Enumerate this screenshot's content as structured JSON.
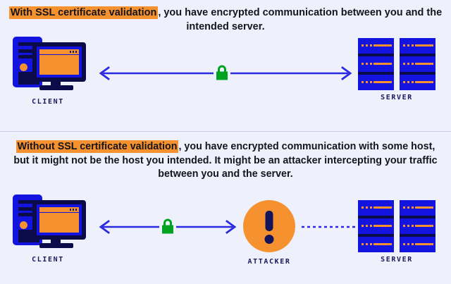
{
  "theme": {
    "background": "#eef0fc",
    "highlight_orange": "#f5912e",
    "arrow_blue": "#2a2ae0",
    "lock_green": "#00a320",
    "device_blue": "#1414e0",
    "device_navy": "#0b0b4a",
    "text_dark": "#15151d",
    "label_navy": "#1a1a5e"
  },
  "panels": [
    {
      "id": "with-ssl",
      "caption": {
        "highlight": "With SSL certificate validation",
        "rest": ", you have encrypted communication between you and the intended server."
      },
      "nodes": {
        "client_label": "CLIENT",
        "server_label": "SERVER"
      },
      "link": {
        "style": "solid",
        "arrowheads": "both",
        "lock_icon": "padlock-icon",
        "lock_state": "locked"
      }
    },
    {
      "id": "without-ssl",
      "caption": {
        "highlight": "Without SSL certificate validation",
        "rest": ", you have encrypted communication with some host, but it might not be the host you intended. It might be an attacker intercepting your traffic between you and the server."
      },
      "nodes": {
        "client_label": "CLIENT",
        "attacker_label": "ATTACKER",
        "server_label": "SERVER"
      },
      "link_client_attacker": {
        "style": "solid",
        "arrowheads": "both",
        "lock_icon": "padlock-icon",
        "lock_state": "locked"
      },
      "link_attacker_server": {
        "style": "dashed",
        "arrowheads": "none"
      }
    }
  ]
}
